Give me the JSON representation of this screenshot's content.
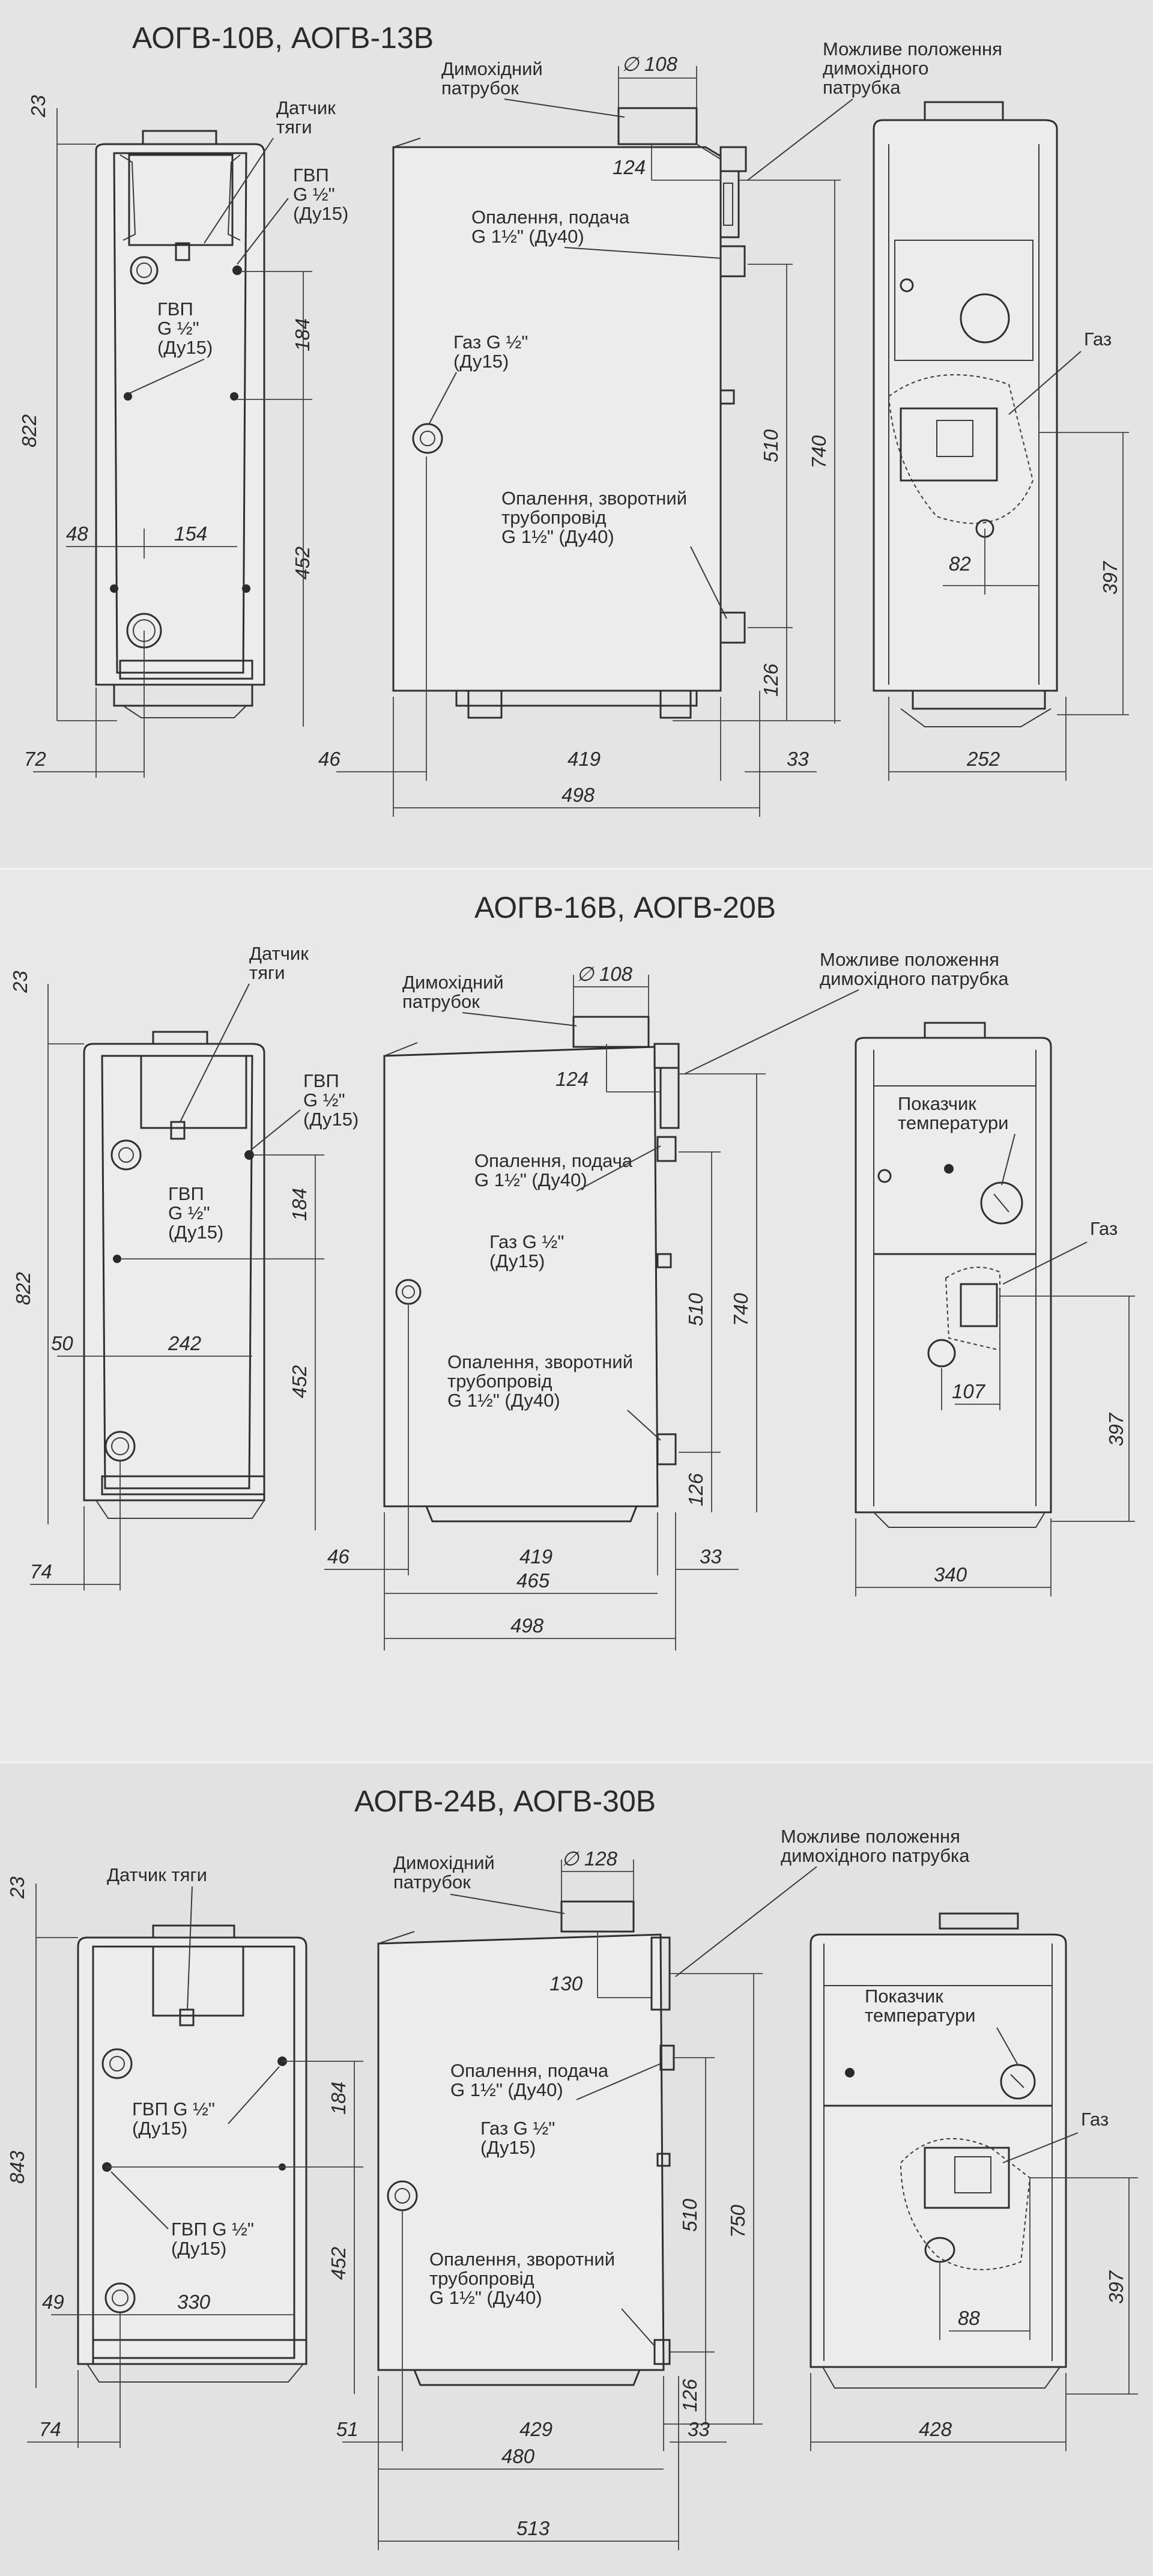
{
  "sheets": [
    {
      "title": "АОГВ-10В, АОГВ-13В",
      "labels": {
        "draft_sensor": [
          "Датчик",
          "тяги"
        ],
        "dhw_top": [
          "ГВП",
          "G ½\"",
          "(Ду15)"
        ],
        "dhw_mid": [
          "ГВП",
          "G ½\"",
          "(Ду15)"
        ],
        "flue_pipe": [
          "Димохідний",
          "патрубок"
        ],
        "flue_alt": [
          "Можливе положення",
          "димохідного",
          "патрубка"
        ],
        "heating_supply": [
          "Опалення, подача",
          "G 1½\" (Ду40)"
        ],
        "gas": [
          "Газ G ½\"",
          "(Ду15)"
        ],
        "heating_return": [
          "Опалення, зворотний",
          "трубопровід",
          "G 1½\" (Ду40)"
        ],
        "gas_right": "Газ"
      },
      "dims": {
        "top_offset": "23",
        "height": "822",
        "d184": "184",
        "d452": "452",
        "d48": "48",
        "d154": "154",
        "d72": "72",
        "flue_dia": "∅ 108",
        "d124": "124",
        "d510": "510",
        "d740": "740",
        "d126": "126",
        "d46": "46",
        "d419": "419",
        "d33": "33",
        "d498": "498",
        "d82": "82",
        "d397": "397",
        "d252": "252"
      }
    },
    {
      "title": "АОГВ-16В, АОГВ-20В",
      "labels": {
        "draft_sensor": [
          "Датчик",
          "тяги"
        ],
        "dhw_top": [
          "ГВП",
          "G ½\"",
          "(Ду15)"
        ],
        "dhw_mid": [
          "ГВП",
          "G ½\"",
          "(Ду15)"
        ],
        "flue_pipe": [
          "Димохідний",
          "патрубок"
        ],
        "flue_alt": [
          "Можливе положення",
          "димохідного патрубка"
        ],
        "heating_supply": [
          "Опалення, подача",
          "G 1½\" (Ду40)"
        ],
        "gas": [
          "Газ G ½\"",
          "(Ду15)"
        ],
        "heating_return": [
          "Опалення, зворотний",
          "трубопровід",
          "G 1½\" (Ду40)"
        ],
        "temp_gauge": [
          "Показчик",
          "температури"
        ],
        "gas_right": "Газ"
      },
      "dims": {
        "top_offset": "23",
        "height": "822",
        "d184": "184",
        "d452": "452",
        "d50": "50",
        "d242": "242",
        "d74": "74",
        "flue_dia": "∅ 108",
        "d124": "124",
        "d510": "510",
        "d740": "740",
        "d126": "126",
        "d46": "46",
        "d419": "419",
        "d33": "33",
        "d465": "465",
        "d498": "498",
        "d107": "107",
        "d397": "397",
        "d340": "340"
      }
    },
    {
      "title": "АОГВ-24В, АОГВ-30В",
      "labels": {
        "draft_sensor": "Датчик тяги",
        "dhw_top": [
          "ГВП G ½\"",
          "(Ду15)"
        ],
        "dhw_mid": [
          "ГВП G ½\"",
          "(Ду15)"
        ],
        "flue_pipe": [
          "Димохідний",
          "патрубок"
        ],
        "flue_alt": [
          "Можливе положення",
          "димохідного патрубка"
        ],
        "heating_supply": [
          "Опалення, подача",
          "G 1½\" (Ду40)"
        ],
        "gas": [
          "Газ G ½\"",
          "(Ду15)"
        ],
        "heating_return": [
          "Опалення, зворотний",
          "трубопровід",
          "G 1½\" (Ду40)"
        ],
        "temp_gauge": [
          "Показчик",
          "температури"
        ],
        "gas_right": "Газ"
      },
      "dims": {
        "top_offset": "23",
        "height": "843",
        "d184": "184",
        "d452": "452",
        "d49": "49",
        "d330": "330",
        "d74": "74",
        "flue_dia": "∅ 128",
        "d130": "130",
        "d510": "510",
        "d750": "750",
        "d126": "126",
        "d51": "51",
        "d429": "429",
        "d33": "33",
        "d480": "480",
        "d513": "513",
        "d88": "88",
        "d397": "397",
        "d428": "428"
      }
    }
  ],
  "colors": {
    "line": "#2f2f2f",
    "paper": "#e4e4e4"
  }
}
